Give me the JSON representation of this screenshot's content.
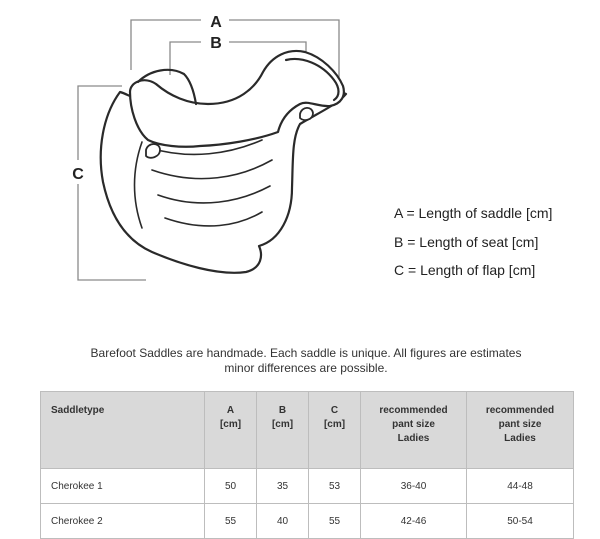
{
  "diagram": {
    "dimension_labels": {
      "a": "A",
      "b": "B",
      "c": "C"
    },
    "legend": [
      "A = Length of saddle [cm]",
      "B = Length of seat [cm]",
      "C = Length of flap [cm]"
    ]
  },
  "note": {
    "line1": "Barefoot Saddles are handmade. Each saddle is unique. All figures are estimates",
    "line2": "minor differences are possible."
  },
  "table": {
    "headers": [
      [
        "Saddletype"
      ],
      [
        "A",
        "[cm]"
      ],
      [
        "B",
        "[cm]"
      ],
      [
        "C",
        "[cm]"
      ],
      [
        "recommended",
        "pant size",
        "Ladies"
      ],
      [
        "recommended",
        "pant size",
        "Ladies"
      ]
    ],
    "rows": [
      [
        "Cherokee 1",
        "50",
        "35",
        "53",
        "36-40",
        "44-48"
      ],
      [
        "Cherokee 2",
        "55",
        "40",
        "55",
        "42-46",
        "50-54"
      ]
    ]
  }
}
